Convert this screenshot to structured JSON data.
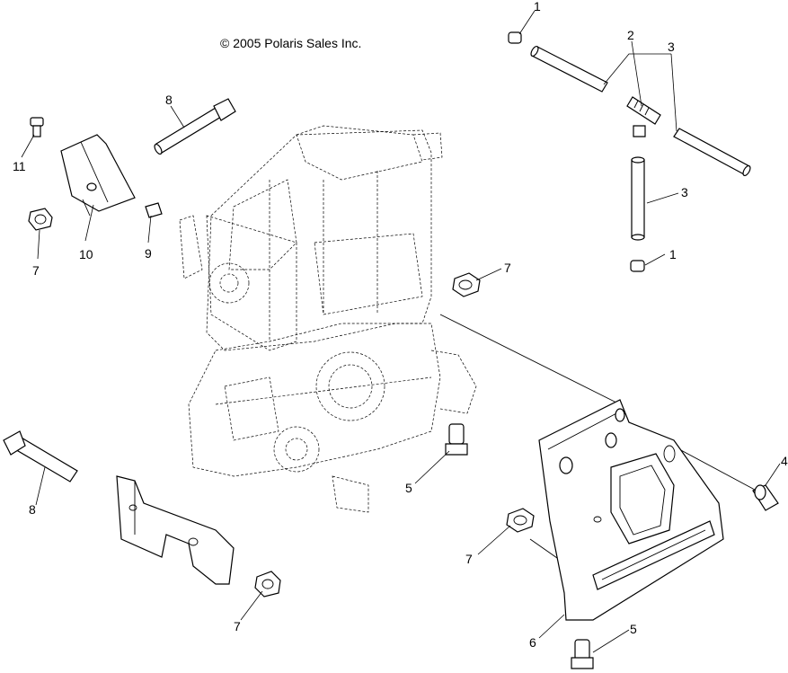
{
  "copyright": "© 2005 Polaris Sales Inc.",
  "callouts": {
    "c1_top": "1",
    "c2": "2",
    "c3_top": "3",
    "c3_mid": "3",
    "c1_mid": "1",
    "c8_top": "8",
    "c11": "11",
    "c10": "10",
    "c9": "9",
    "c7_left": "7",
    "c7_center": "7",
    "c4": "4",
    "c5_center": "5",
    "c8_bottom": "8",
    "c7_bottom_left": "7",
    "c7_bottom_right": "7",
    "c6": "6",
    "c5_bottom": "5"
  }
}
